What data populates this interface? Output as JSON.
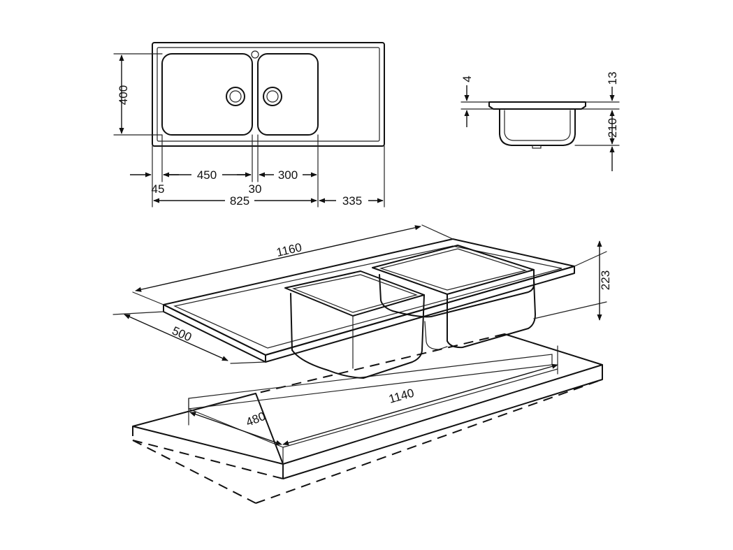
{
  "plan_view": {
    "height": "400",
    "bowl1_width": "450",
    "bowl2_width": "300",
    "left_margin": "45",
    "divider": "30",
    "bowls_total": "825",
    "drainer": "335"
  },
  "section_view": {
    "rim": "4",
    "flange": "13",
    "depth": "210"
  },
  "iso_view": {
    "length": "1160",
    "width": "500",
    "height": "223",
    "cutout_length": "1140",
    "cutout_width": "480"
  },
  "colors": {
    "line": "#111111",
    "background": "#ffffff"
  }
}
